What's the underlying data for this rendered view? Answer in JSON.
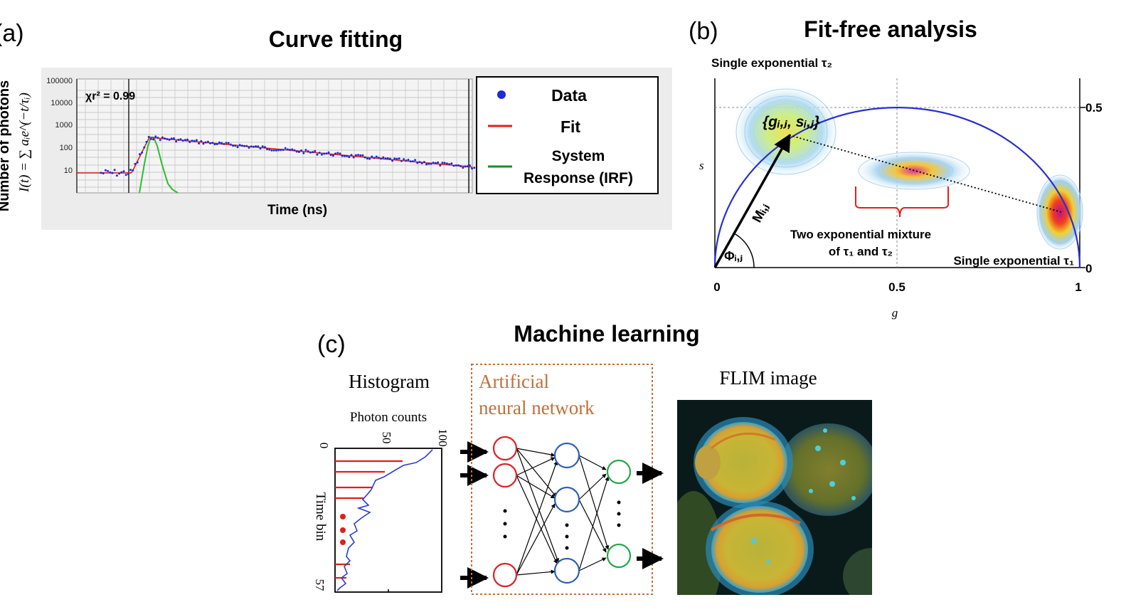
{
  "panel_a": {
    "label": "(a)",
    "title": "Curve fitting",
    "ylabel": "Number of photons",
    "yformula": "I(t) = ∑ aᵢe^(−t/τᵢ)",
    "xlabel": "Time (ns)",
    "chi_label": "χr² = 0.99",
    "yticks": [
      "100000",
      "10000",
      "1000",
      "100",
      "10"
    ],
    "legend": {
      "data": "Data",
      "fit": "Fit",
      "irf_line1": "System",
      "irf_line2": "Response (IRF)"
    },
    "colors": {
      "data": "#1f2bd6",
      "fit": "#e0201b",
      "irf": "#2bbf2b"
    }
  },
  "panel_b": {
    "label": "(b)",
    "title": "Fit-free analysis",
    "top_label": "Single exponential τ₂",
    "s_axis": "s",
    "g_axis": "g",
    "xticks": [
      "0",
      "0.5",
      "1"
    ],
    "yticks_right": [
      "0.5",
      "0"
    ],
    "point_label": "{gᵢ,ⱼ, sᵢ,ⱼ}",
    "vector_label": "Mᵢ,ⱼ",
    "angle_label": "Φᵢ,ⱼ",
    "mixture_line1": "Two exponential mixture",
    "mixture_line2": "of τ₁ and τ₂",
    "bottom_label": "Single exponential τ₁",
    "colors": {
      "semicircle": "#2a2fd0",
      "bracket": "#e0201b"
    }
  },
  "panel_c": {
    "label": "(c)",
    "title": "Machine learning",
    "histogram_title": "Histogram",
    "photon_counts": "Photon counts",
    "time_bin": "Time bin",
    "hist_ticks": [
      "0",
      "50",
      "100"
    ],
    "bin_ticks": [
      "0",
      "57"
    ],
    "ann_line1": "Artificial",
    "ann_line2": "neural network",
    "flim_title": "FLIM image",
    "colors": {
      "ann_text": "#c0703a",
      "input": "#d9232a",
      "hidden": "#2f5fb0",
      "output": "#23a84a"
    }
  }
}
